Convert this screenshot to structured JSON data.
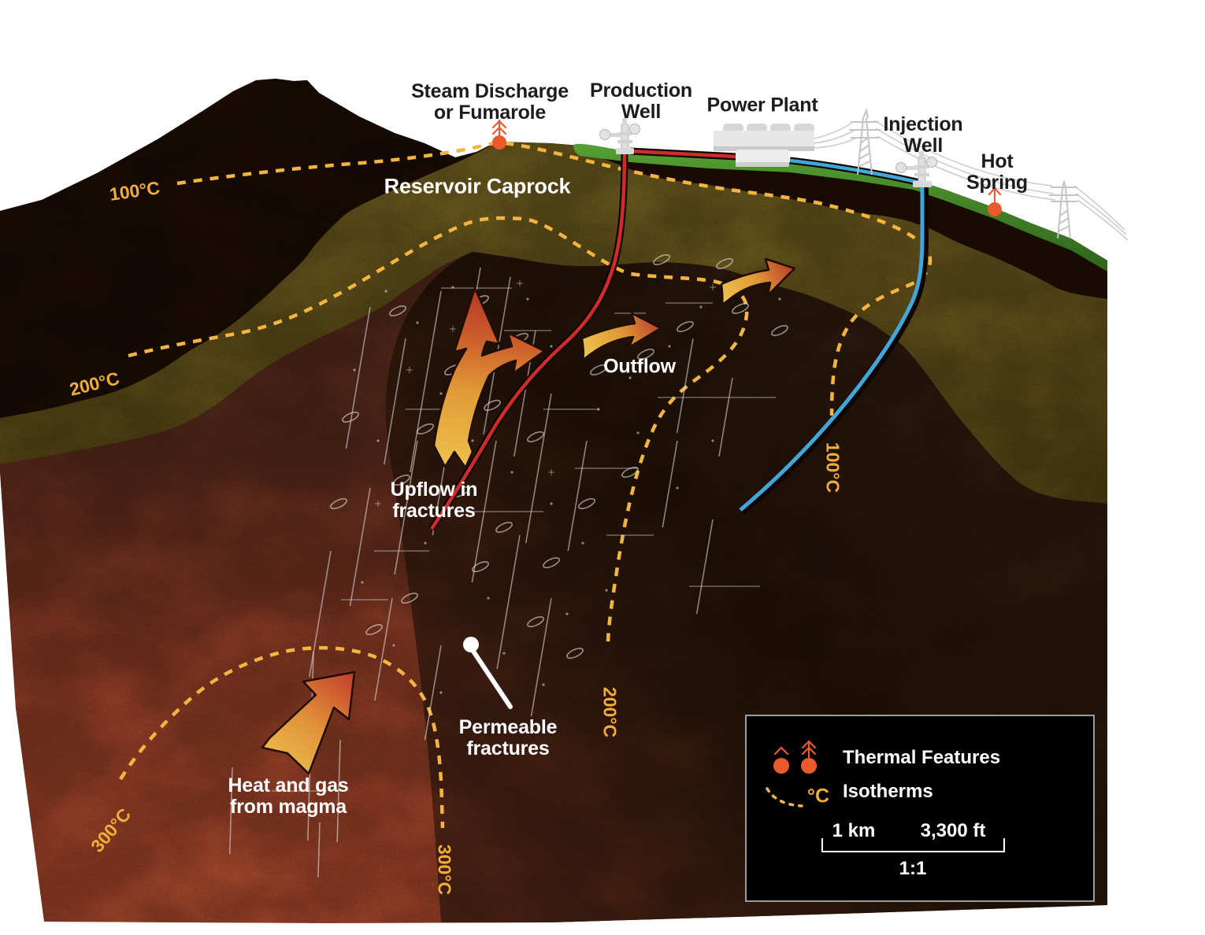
{
  "colors": {
    "accent_orange": "#ea5a2b",
    "isotherm_dash": "#f4b440",
    "isotherm_label": "#f2ad38",
    "pipe_red": "#cf2b2b",
    "pipe_blue": "#43a6da",
    "grass_green": "#3e7d26",
    "caprock_olive": "#6d5a1d",
    "magma_red": "#b24a2e",
    "label_white": "#ffffff",
    "label_black": "#1c1c1c"
  },
  "surface_labels": {
    "steam_discharge_line1": "Steam Discharge",
    "steam_discharge_line2": "or Fumarole",
    "production_well_line1": "Production",
    "production_well_line2": "Well",
    "power_plant": "Power Plant",
    "injection_well_line1": "Injection",
    "injection_well_line2": "Well",
    "hot_spring_line1": "Hot",
    "hot_spring_line2": "Spring"
  },
  "underground_labels": {
    "reservoir_caprock": "Reservoir Caprock",
    "upflow_line1": "Upflow in",
    "upflow_line2": "fractures",
    "outflow": "Outflow",
    "permeable_line1": "Permeable",
    "permeable_line2": "fractures",
    "heat_gas_line1": "Heat and gas",
    "heat_gas_line2": "from magma"
  },
  "isotherm_labels": {
    "left_100": "100°C",
    "left_200": "200°C",
    "right_100": "100°C",
    "mid_200": "200°C",
    "left_300": "300°C",
    "mid_300": "300°C"
  },
  "legend": {
    "thermal_features": "Thermal Features",
    "isotherms": "Isotherms",
    "isotherm_unit": "°C",
    "scale_km": "1 km",
    "scale_ft": "3,300 ft",
    "scale_ratio": "1:1"
  }
}
